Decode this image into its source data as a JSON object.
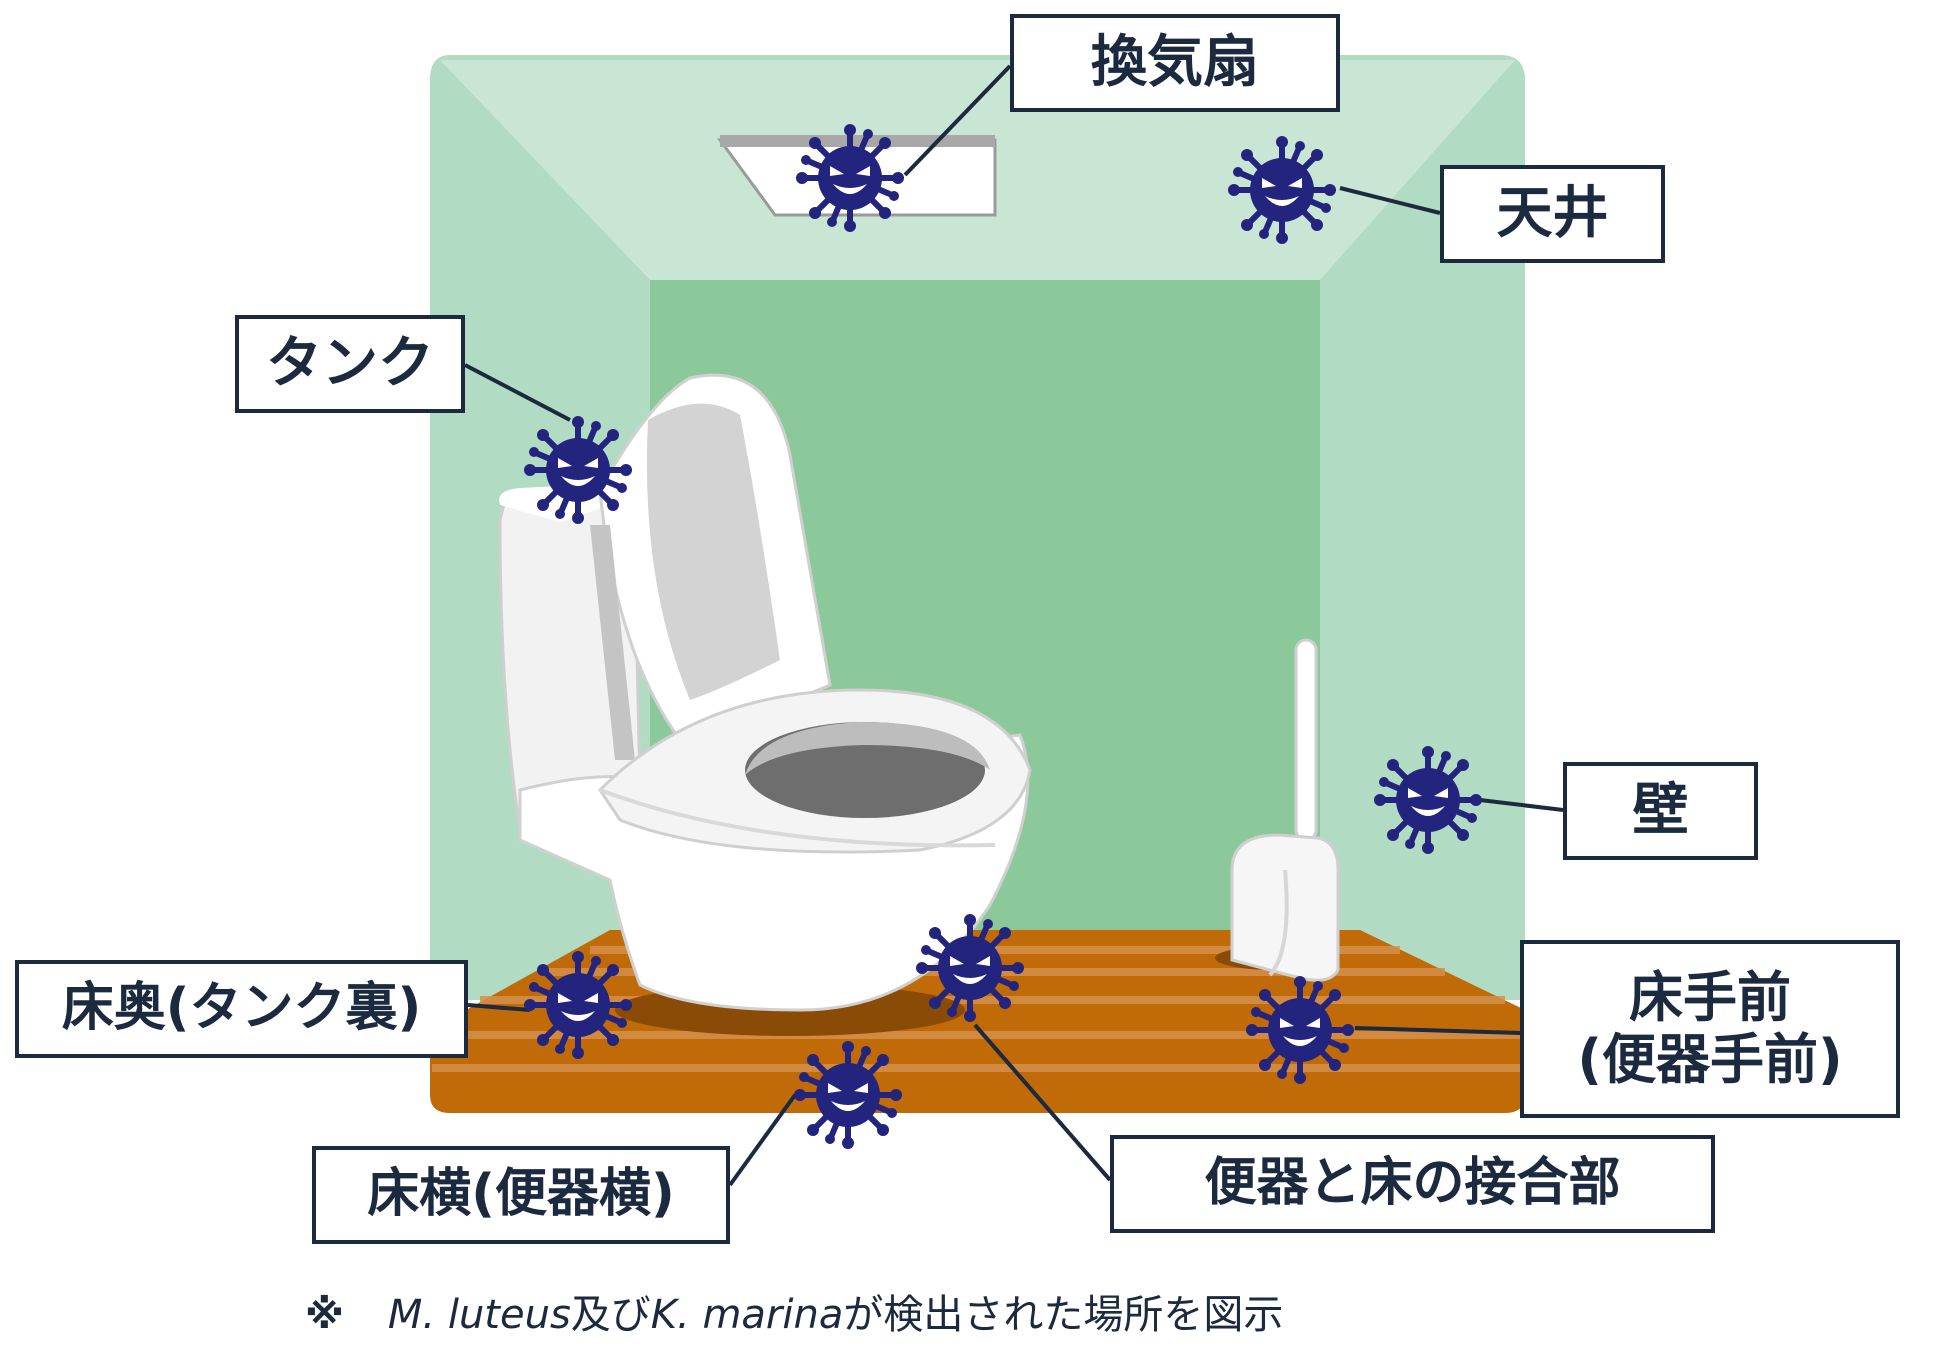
{
  "labels": {
    "fan": "換気扇",
    "ceiling": "天井",
    "tank": "タンク",
    "wall": "壁",
    "floor_back": "床奥(タンク裏)",
    "floor_front_line1": "床手前",
    "floor_front_line2": "(便器手前)",
    "floor_side": "床横(便器横)",
    "joint": "便器と床の接合部"
  },
  "footnote": {
    "mark": "※",
    "species1": "M. luteus",
    "conjunction": "及び",
    "species2": "K. marina",
    "rest": "が検出された場所を図示"
  },
  "colors": {
    "wall_light": "#c9e6d5",
    "wall_side": "#b1dbc2",
    "wall_back": "#8bc99b",
    "floor": "#c06a08",
    "floor_stripe": "#d6904a",
    "germ": "#23247d",
    "label_border": "#1b2a3e"
  },
  "icons": [
    "germ-icon",
    "toilet-icon",
    "toilet-brush-icon",
    "ventilation-fan-icon"
  ]
}
